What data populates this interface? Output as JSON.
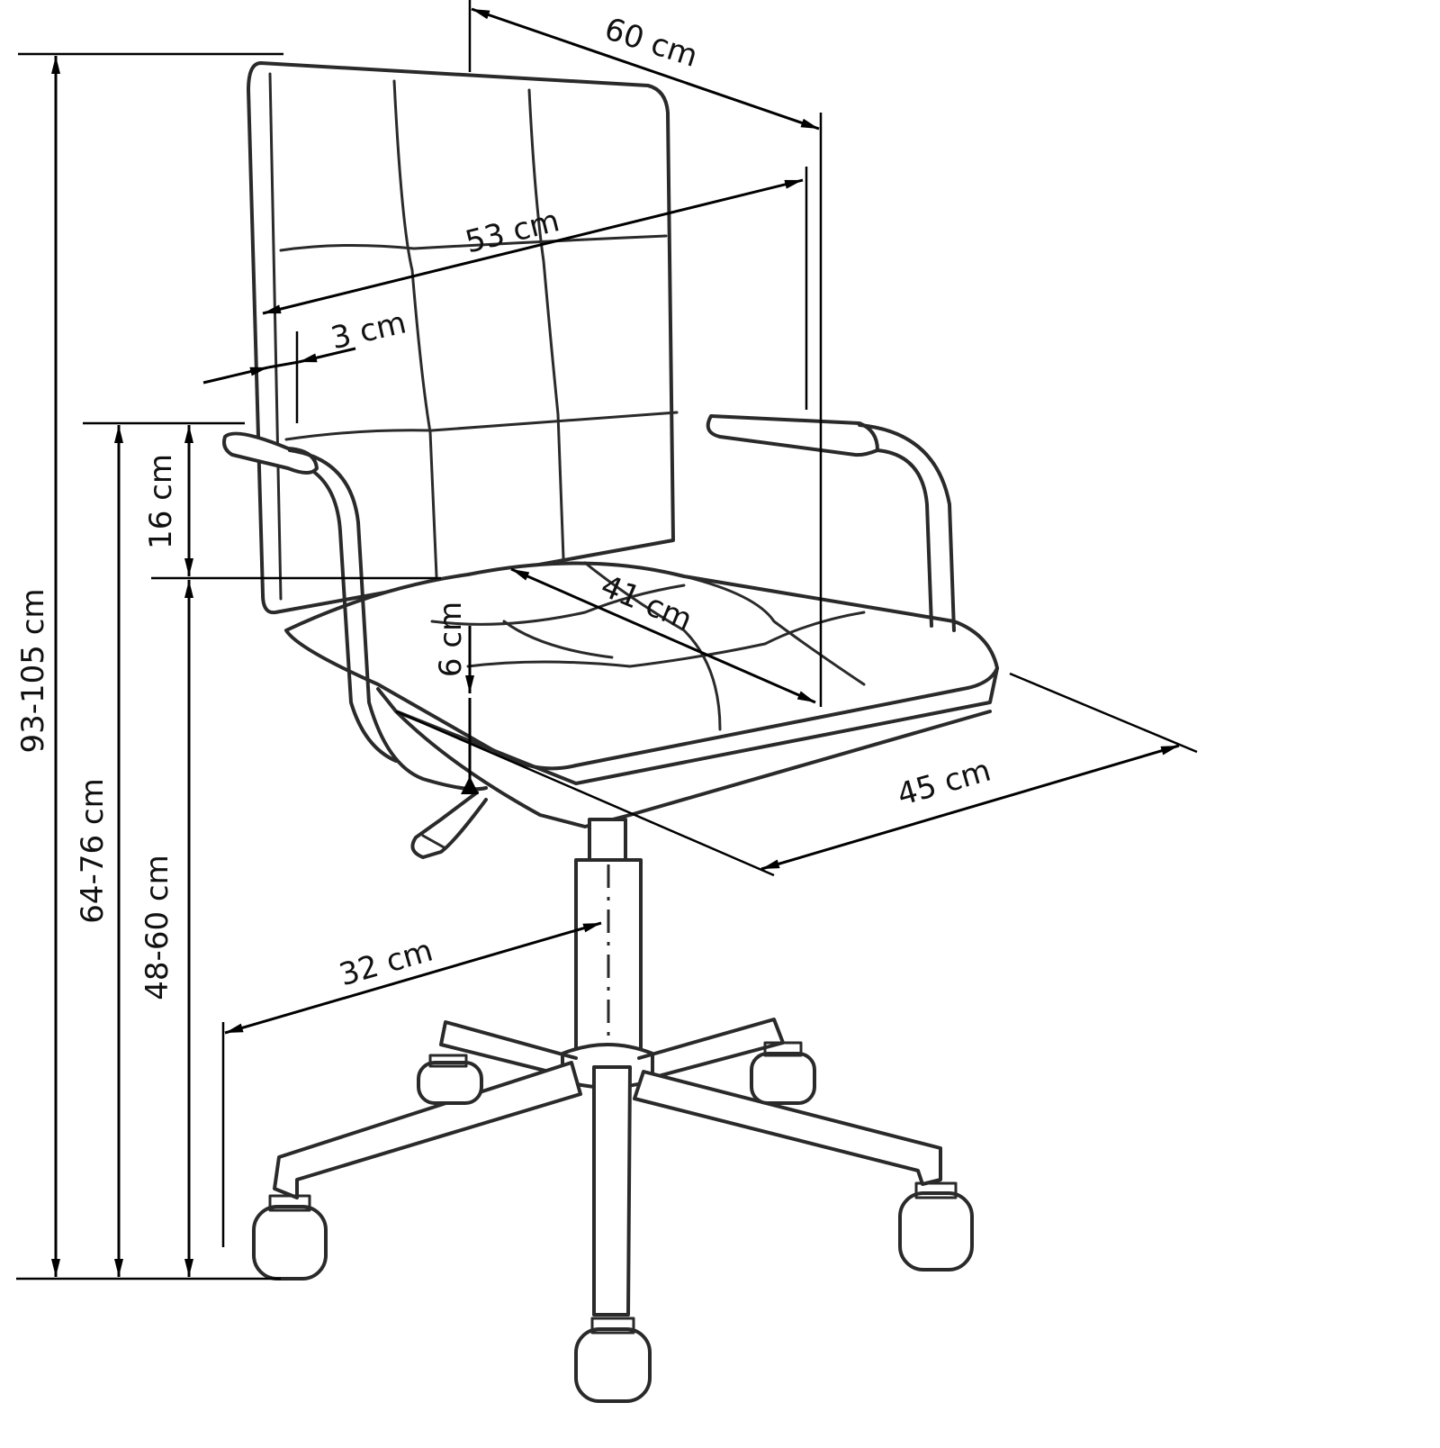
{
  "diagram": {
    "subject": "swivel office chair",
    "stroke_color": "#2a2a2a",
    "background": "#ffffff",
    "dimensions": {
      "total_height": "93-105 cm",
      "armrest_height": "64-76 cm",
      "seat_height": "48-60 cm",
      "armrest_above_seat": "16 cm",
      "seat_cushion": "6 cm",
      "backrest_width": "53 cm",
      "overall_width": "60 cm",
      "backrest_thickness": "3 cm",
      "seat_depth": "41 cm",
      "overall_depth": "45 cm",
      "base_radius": "32 cm"
    }
  }
}
